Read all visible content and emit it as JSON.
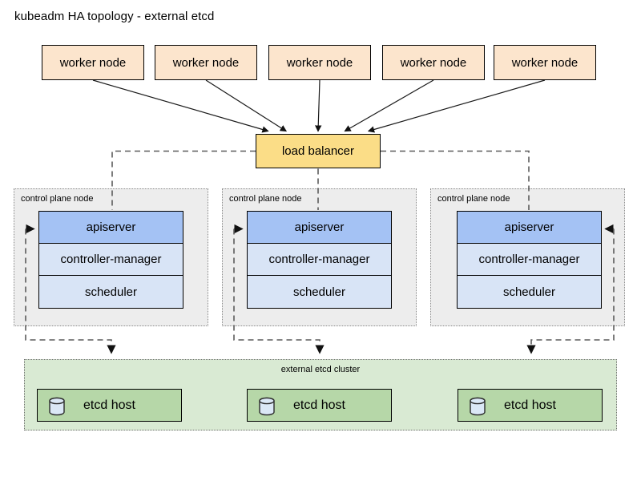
{
  "title": "kubeadm HA topology - external etcd",
  "workers": [
    "worker node",
    "worker node",
    "worker node",
    "worker node",
    "worker node"
  ],
  "load_balancer": {
    "label": "load balancer"
  },
  "control_planes": {
    "nodes": [
      {
        "label": "control plane node",
        "components": [
          "apiserver",
          "controller-manager",
          "scheduler"
        ]
      },
      {
        "label": "control plane node",
        "components": [
          "apiserver",
          "controller-manager",
          "scheduler"
        ]
      },
      {
        "label": "control plane node",
        "components": [
          "apiserver",
          "controller-manager",
          "scheduler"
        ]
      }
    ]
  },
  "etcd": {
    "cluster_label": "external etcd cluster",
    "hosts": [
      "etcd host",
      "etcd host",
      "etcd host"
    ],
    "host_icon": "database-cylinder-icon"
  },
  "colors": {
    "worker_fill": "#fce5cd",
    "load_balancer_fill": "#fbdd87",
    "apiserver_fill": "#a4c2f4",
    "component_fill": "#d8e4f6",
    "control_plane_fill": "#ededed",
    "etcd_cluster_fill": "#d9ead3",
    "etcd_host_fill": "#b6d7a8",
    "cylinder_fill": "#dbe8f6",
    "solid_line": "#1a1a1a",
    "dashed_line": "#5b5b5b",
    "box_border": "#000000"
  }
}
